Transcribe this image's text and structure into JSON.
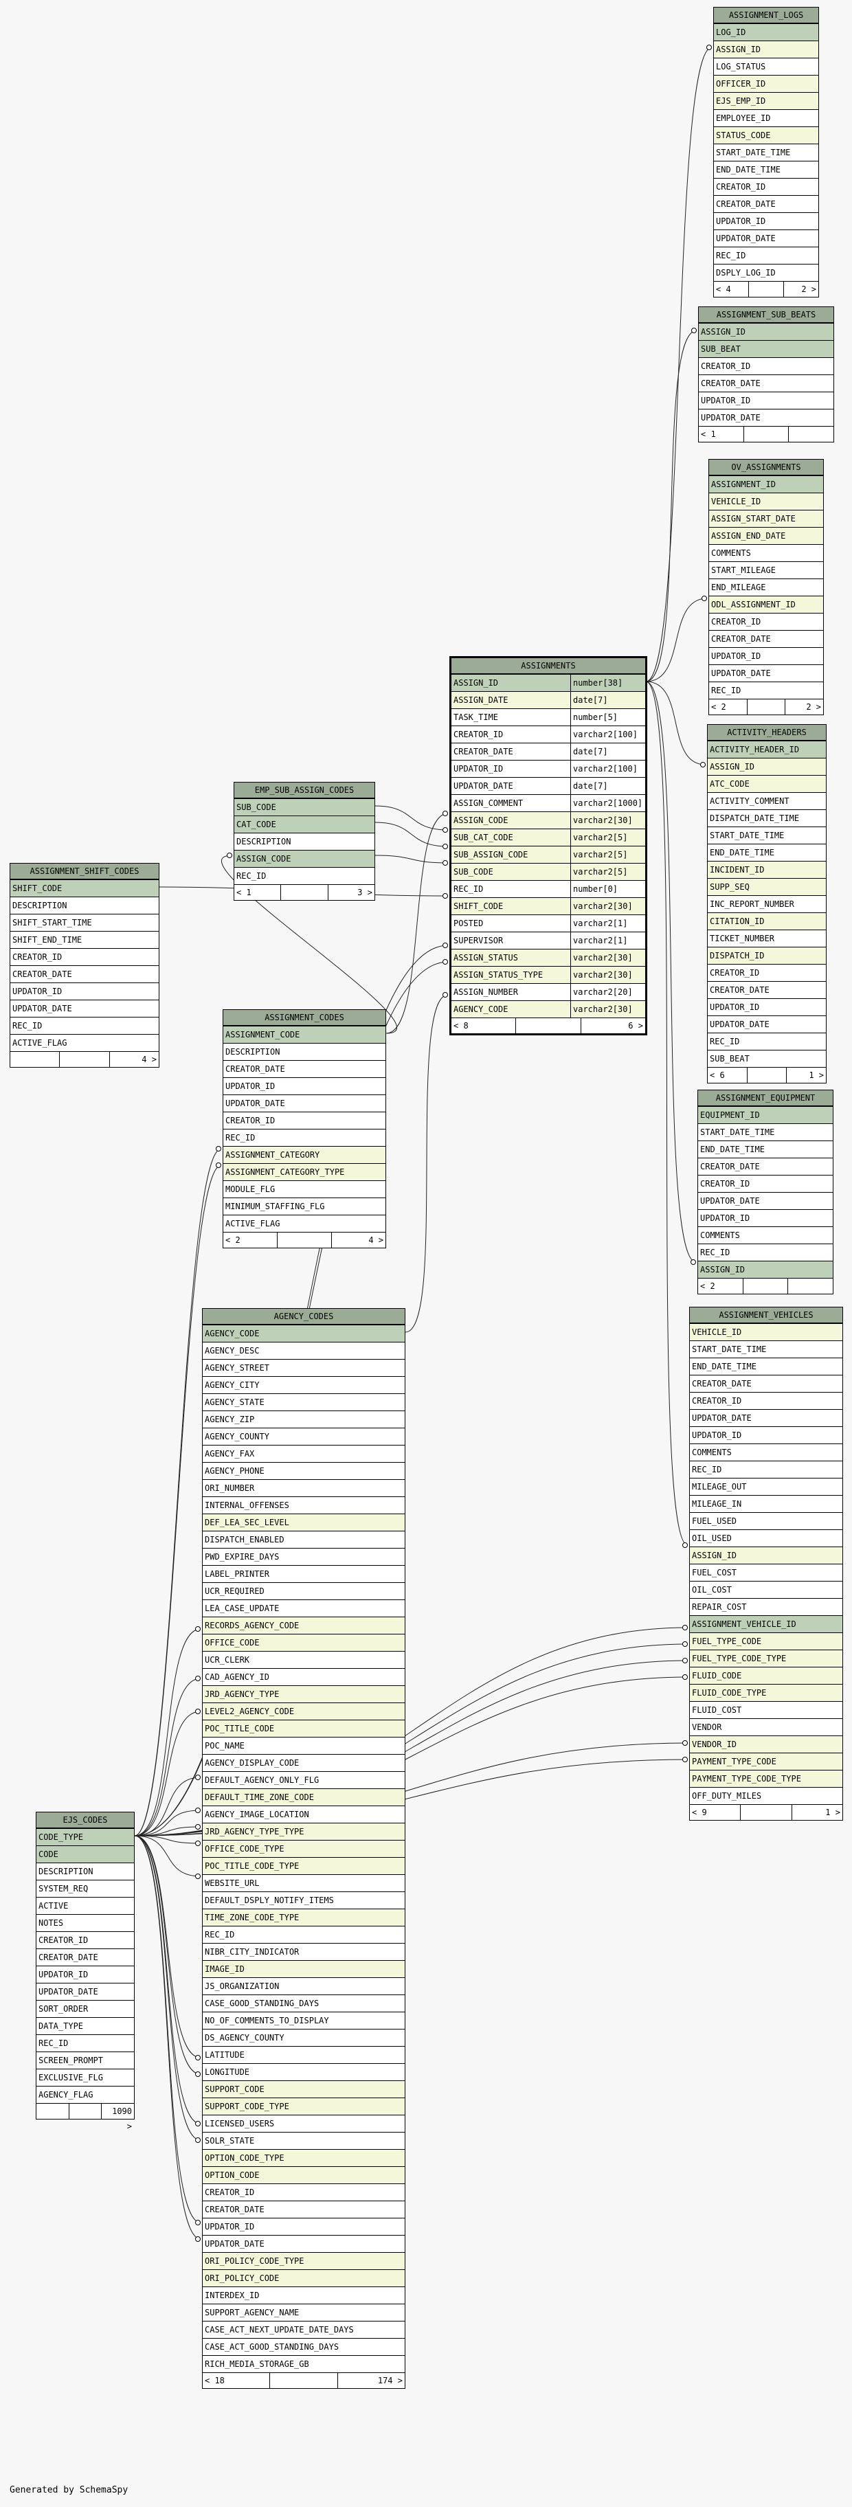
{
  "footer": "Generated by SchemaSpy",
  "tables": [
    {
      "id": "assignment_logs",
      "title": "ASSIGNMENT_LOGS",
      "rows": [
        {
          "n": "LOG_ID",
          "k": "pk"
        },
        {
          "n": "ASSIGN_ID",
          "k": "fk"
        },
        {
          "n": "LOG_STATUS"
        },
        {
          "n": "OFFICER_ID",
          "k": "fk"
        },
        {
          "n": "EJS_EMP_ID",
          "k": "fk"
        },
        {
          "n": "EMPLOYEE_ID"
        },
        {
          "n": "STATUS_CODE",
          "k": "fk"
        },
        {
          "n": "START_DATE_TIME"
        },
        {
          "n": "END_DATE_TIME"
        },
        {
          "n": "CREATOR_ID"
        },
        {
          "n": "CREATOR_DATE"
        },
        {
          "n": "UPDATOR_ID"
        },
        {
          "n": "UPDATOR_DATE"
        },
        {
          "n": "REC_ID"
        },
        {
          "n": "DSPLY_LOG_ID"
        }
      ],
      "footer": [
        "< 4",
        "",
        "2 >"
      ]
    },
    {
      "id": "assignment_sub_beats",
      "title": "ASSIGNMENT_SUB_BEATS",
      "rows": [
        {
          "n": "ASSIGN_ID",
          "k": "pk"
        },
        {
          "n": "SUB_BEAT",
          "k": "pk"
        },
        {
          "n": "CREATOR_ID"
        },
        {
          "n": "CREATOR_DATE"
        },
        {
          "n": "UPDATOR_ID"
        },
        {
          "n": "UPDATOR_DATE"
        }
      ],
      "footer": [
        "< 1",
        "",
        ""
      ]
    },
    {
      "id": "ov_assignments",
      "title": "OV_ASSIGNMENTS",
      "rows": [
        {
          "n": "ASSIGNMENT_ID",
          "k": "pk"
        },
        {
          "n": "VEHICLE_ID",
          "k": "fk"
        },
        {
          "n": "ASSIGN_START_DATE",
          "k": "fk"
        },
        {
          "n": "ASSIGN_END_DATE",
          "k": "fk"
        },
        {
          "n": "COMMENTS"
        },
        {
          "n": "START_MILEAGE"
        },
        {
          "n": "END_MILEAGE"
        },
        {
          "n": "ODL_ASSIGNMENT_ID",
          "k": "fk"
        },
        {
          "n": "CREATOR_ID"
        },
        {
          "n": "CREATOR_DATE"
        },
        {
          "n": "UPDATOR_ID"
        },
        {
          "n": "UPDATOR_DATE"
        },
        {
          "n": "REC_ID"
        }
      ],
      "footer": [
        "< 2",
        "",
        "2 >"
      ]
    },
    {
      "id": "assignments",
      "title": "ASSIGNMENTS",
      "main": true,
      "rows": [
        {
          "n": "ASSIGN_ID",
          "t": "number[38]",
          "k": "pk"
        },
        {
          "n": "ASSIGN_DATE",
          "t": "date[7]",
          "k": "fk"
        },
        {
          "n": "TASK_TIME",
          "t": "number[5]"
        },
        {
          "n": "CREATOR_ID",
          "t": "varchar2[100]"
        },
        {
          "n": "CREATOR_DATE",
          "t": "date[7]"
        },
        {
          "n": "UPDATOR_ID",
          "t": "varchar2[100]"
        },
        {
          "n": "UPDATOR_DATE",
          "t": "date[7]"
        },
        {
          "n": "ASSIGN_COMMENT",
          "t": "varchar2[1000]"
        },
        {
          "n": "ASSIGN_CODE",
          "t": "varchar2[30]",
          "k": "fk"
        },
        {
          "n": "SUB_CAT_CODE",
          "t": "varchar2[5]",
          "k": "fk"
        },
        {
          "n": "SUB_ASSIGN_CODE",
          "t": "varchar2[5]",
          "k": "fk"
        },
        {
          "n": "SUB_CODE",
          "t": "varchar2[5]",
          "k": "fk"
        },
        {
          "n": "REC_ID",
          "t": "number[0]"
        },
        {
          "n": "SHIFT_CODE",
          "t": "varchar2[30]",
          "k": "fk"
        },
        {
          "n": "POSTED",
          "t": "varchar2[1]"
        },
        {
          "n": "SUPERVISOR",
          "t": "varchar2[1]"
        },
        {
          "n": "ASSIGN_STATUS",
          "t": "varchar2[30]",
          "k": "fk"
        },
        {
          "n": "ASSIGN_STATUS_TYPE",
          "t": "varchar2[30]",
          "k": "fk"
        },
        {
          "n": "ASSIGN_NUMBER",
          "t": "varchar2[20]"
        },
        {
          "n": "AGENCY_CODE",
          "t": "varchar2[30]",
          "k": "fk"
        }
      ],
      "footer": [
        "< 8",
        "",
        "6 >"
      ]
    },
    {
      "id": "activity_headers",
      "title": "ACTIVITY_HEADERS",
      "rows": [
        {
          "n": "ACTIVITY_HEADER_ID",
          "k": "pk"
        },
        {
          "n": "ASSIGN_ID",
          "k": "fk"
        },
        {
          "n": "ATC_CODE",
          "k": "fk"
        },
        {
          "n": "ACTIVITY_COMMENT"
        },
        {
          "n": "DISPATCH_DATE_TIME"
        },
        {
          "n": "START_DATE_TIME"
        },
        {
          "n": "END_DATE_TIME"
        },
        {
          "n": "INCIDENT_ID",
          "k": "fk"
        },
        {
          "n": "SUPP_SEQ",
          "k": "fk"
        },
        {
          "n": "INC_REPORT_NUMBER"
        },
        {
          "n": "CITATION_ID",
          "k": "fk"
        },
        {
          "n": "TICKET_NUMBER"
        },
        {
          "n": "DISPATCH_ID",
          "k": "fk"
        },
        {
          "n": "CREATOR_ID"
        },
        {
          "n": "CREATOR_DATE"
        },
        {
          "n": "UPDATOR_ID"
        },
        {
          "n": "UPDATOR_DATE"
        },
        {
          "n": "REC_ID"
        },
        {
          "n": "SUB_BEAT"
        }
      ],
      "footer": [
        "< 6",
        "",
        "1 >"
      ]
    },
    {
      "id": "emp_sub_assign_codes",
      "title": "EMP_SUB_ASSIGN_CODES",
      "rows": [
        {
          "n": "SUB_CODE",
          "k": "pk"
        },
        {
          "n": "CAT_CODE",
          "k": "pk"
        },
        {
          "n": "DESCRIPTION"
        },
        {
          "n": "ASSIGN_CODE",
          "k": "pk"
        },
        {
          "n": "REC_ID"
        }
      ],
      "footer": [
        "< 1",
        "",
        "3 >"
      ]
    },
    {
      "id": "assignment_shift_codes",
      "title": "ASSIGNMENT_SHIFT_CODES",
      "rows": [
        {
          "n": "SHIFT_CODE",
          "k": "pk"
        },
        {
          "n": "DESCRIPTION"
        },
        {
          "n": "SHIFT_START_TIME"
        },
        {
          "n": "SHIFT_END_TIME"
        },
        {
          "n": "CREATOR_ID"
        },
        {
          "n": "CREATOR_DATE"
        },
        {
          "n": "UPDATOR_ID"
        },
        {
          "n": "UPDATOR_DATE"
        },
        {
          "n": "REC_ID"
        },
        {
          "n": "ACTIVE_FLAG"
        }
      ],
      "footer": [
        "",
        "",
        "4 >"
      ]
    },
    {
      "id": "assignment_codes",
      "title": "ASSIGNMENT_CODES",
      "rows": [
        {
          "n": "ASSIGNMENT_CODE",
          "k": "pk"
        },
        {
          "n": "DESCRIPTION"
        },
        {
          "n": "CREATOR_DATE"
        },
        {
          "n": "UPDATOR_ID"
        },
        {
          "n": "UPDATOR_DATE"
        },
        {
          "n": "CREATOR_ID"
        },
        {
          "n": "REC_ID"
        },
        {
          "n": "ASSIGNMENT_CATEGORY",
          "k": "fk"
        },
        {
          "n": "ASSIGNMENT_CATEGORY_TYPE",
          "k": "fk"
        },
        {
          "n": "MODULE_FLG"
        },
        {
          "n": "MINIMUM_STAFFING_FLG"
        },
        {
          "n": "ACTIVE_FLAG"
        }
      ],
      "footer": [
        "< 2",
        "",
        "4 >"
      ]
    },
    {
      "id": "assignment_equipment",
      "title": "ASSIGNMENT_EQUIPMENT",
      "rows": [
        {
          "n": "EQUIPMENT_ID",
          "k": "pk"
        },
        {
          "n": "START_DATE_TIME"
        },
        {
          "n": "END_DATE_TIME"
        },
        {
          "n": "CREATOR_DATE"
        },
        {
          "n": "CREATOR_ID"
        },
        {
          "n": "UPDATOR_DATE"
        },
        {
          "n": "UPDATOR_ID"
        },
        {
          "n": "COMMENTS"
        },
        {
          "n": "REC_ID"
        },
        {
          "n": "ASSIGN_ID",
          "k": "pk"
        }
      ],
      "footer": [
        "< 2",
        "",
        ""
      ]
    },
    {
      "id": "assignment_vehicles",
      "title": "ASSIGNMENT_VEHICLES",
      "rows": [
        {
          "n": "VEHICLE_ID",
          "k": "fk"
        },
        {
          "n": "START_DATE_TIME"
        },
        {
          "n": "END_DATE_TIME"
        },
        {
          "n": "CREATOR_DATE"
        },
        {
          "n": "CREATOR_ID"
        },
        {
          "n": "UPDATOR_DATE"
        },
        {
          "n": "UPDATOR_ID"
        },
        {
          "n": "COMMENTS"
        },
        {
          "n": "REC_ID"
        },
        {
          "n": "MILEAGE_OUT"
        },
        {
          "n": "MILEAGE_IN"
        },
        {
          "n": "FUEL_USED"
        },
        {
          "n": "OIL_USED"
        },
        {
          "n": "ASSIGN_ID",
          "k": "fk"
        },
        {
          "n": "FUEL_COST"
        },
        {
          "n": "OIL_COST"
        },
        {
          "n": "REPAIR_COST"
        },
        {
          "n": "ASSIGNMENT_VEHICLE_ID",
          "k": "pk"
        },
        {
          "n": "FUEL_TYPE_CODE",
          "k": "fk"
        },
        {
          "n": "FUEL_TYPE_CODE_TYPE",
          "k": "fk"
        },
        {
          "n": "FLUID_CODE",
          "k": "fk"
        },
        {
          "n": "FLUID_CODE_TYPE",
          "k": "fk"
        },
        {
          "n": "FLUID_COST"
        },
        {
          "n": "VENDOR"
        },
        {
          "n": "VENDOR_ID",
          "k": "fk"
        },
        {
          "n": "PAYMENT_TYPE_CODE",
          "k": "fk"
        },
        {
          "n": "PAYMENT_TYPE_CODE_TYPE",
          "k": "fk"
        },
        {
          "n": "OFF_DUTY_MILES"
        }
      ],
      "footer": [
        "< 9",
        "",
        "1 >"
      ]
    },
    {
      "id": "agency_codes",
      "title": "AGENCY_CODES",
      "rows": [
        {
          "n": "AGENCY_CODE",
          "k": "pk"
        },
        {
          "n": "AGENCY_DESC"
        },
        {
          "n": "AGENCY_STREET"
        },
        {
          "n": "AGENCY_CITY"
        },
        {
          "n": "AGENCY_STATE"
        },
        {
          "n": "AGENCY_ZIP"
        },
        {
          "n": "AGENCY_COUNTY"
        },
        {
          "n": "AGENCY_FAX"
        },
        {
          "n": "AGENCY_PHONE"
        },
        {
          "n": "ORI_NUMBER"
        },
        {
          "n": "INTERNAL_OFFENSES"
        },
        {
          "n": "DEF_LEA_SEC_LEVEL",
          "k": "fk"
        },
        {
          "n": "DISPATCH_ENABLED"
        },
        {
          "n": "PWD_EXPIRE_DAYS"
        },
        {
          "n": "LABEL_PRINTER"
        },
        {
          "n": "UCR_REQUIRED"
        },
        {
          "n": "LEA_CASE_UPDATE"
        },
        {
          "n": "RECORDS_AGENCY_CODE",
          "k": "fk"
        },
        {
          "n": "OFFICE_CODE",
          "k": "fk"
        },
        {
          "n": "UCR_CLERK"
        },
        {
          "n": "CAD_AGENCY_ID"
        },
        {
          "n": "JRD_AGENCY_TYPE",
          "k": "fk"
        },
        {
          "n": "LEVEL2_AGENCY_CODE",
          "k": "fk"
        },
        {
          "n": "POC_TITLE_CODE",
          "k": "fk"
        },
        {
          "n": "POC_NAME"
        },
        {
          "n": "AGENCY_DISPLAY_CODE"
        },
        {
          "n": "DEFAULT_AGENCY_ONLY_FLG"
        },
        {
          "n": "DEFAULT_TIME_ZONE_CODE",
          "k": "fk"
        },
        {
          "n": "AGENCY_IMAGE_LOCATION"
        },
        {
          "n": "JRD_AGENCY_TYPE_TYPE",
          "k": "fk"
        },
        {
          "n": "OFFICE_CODE_TYPE",
          "k": "fk"
        },
        {
          "n": "POC_TITLE_CODE_TYPE",
          "k": "fk"
        },
        {
          "n": "WEBSITE_URL"
        },
        {
          "n": "DEFAULT_DSPLY_NOTIFY_ITEMS"
        },
        {
          "n": "TIME_ZONE_CODE_TYPE",
          "k": "fk"
        },
        {
          "n": "REC_ID"
        },
        {
          "n": "NIBR_CITY_INDICATOR"
        },
        {
          "n": "IMAGE_ID",
          "k": "fk"
        },
        {
          "n": "JS_ORGANIZATION"
        },
        {
          "n": "CASE_GOOD_STANDING_DAYS"
        },
        {
          "n": "NO_OF_COMMENTS_TO_DISPLAY"
        },
        {
          "n": "DS_AGENCY_COUNTY"
        },
        {
          "n": "LATITUDE"
        },
        {
          "n": "LONGITUDE"
        },
        {
          "n": "SUPPORT_CODE",
          "k": "fk"
        },
        {
          "n": "SUPPORT_CODE_TYPE",
          "k": "fk"
        },
        {
          "n": "LICENSED_USERS"
        },
        {
          "n": "SOLR_STATE"
        },
        {
          "n": "OPTION_CODE_TYPE",
          "k": "fk"
        },
        {
          "n": "OPTION_CODE",
          "k": "fk"
        },
        {
          "n": "CREATOR_ID"
        },
        {
          "n": "CREATOR_DATE"
        },
        {
          "n": "UPDATOR_ID"
        },
        {
          "n": "UPDATOR_DATE"
        },
        {
          "n": "ORI_POLICY_CODE_TYPE",
          "k": "fk"
        },
        {
          "n": "ORI_POLICY_CODE",
          "k": "fk"
        },
        {
          "n": "INTERDEX_ID"
        },
        {
          "n": "SUPPORT_AGENCY_NAME"
        },
        {
          "n": "CASE_ACT_NEXT_UPDATE_DATE_DAYS"
        },
        {
          "n": "CASE_ACT_GOOD_STANDING_DAYS"
        },
        {
          "n": "RICH_MEDIA_STORAGE_GB"
        }
      ],
      "footer": [
        "< 18",
        "",
        "174 >"
      ]
    },
    {
      "id": "ejs_codes",
      "title": "EJS_CODES",
      "rows": [
        {
          "n": "CODE_TYPE",
          "k": "pk"
        },
        {
          "n": "CODE",
          "k": "pk"
        },
        {
          "n": "DESCRIPTION"
        },
        {
          "n": "SYSTEM_REQ"
        },
        {
          "n": "ACTIVE"
        },
        {
          "n": "NOTES"
        },
        {
          "n": "CREATOR_ID"
        },
        {
          "n": "CREATOR_DATE"
        },
        {
          "n": "UPDATOR_ID"
        },
        {
          "n": "UPDATOR_DATE"
        },
        {
          "n": "SORT_ORDER"
        },
        {
          "n": "DATA_TYPE"
        },
        {
          "n": "REC_ID"
        },
        {
          "n": "SCREEN_PROMPT"
        },
        {
          "n": "EXCLUSIVE_FLG"
        },
        {
          "n": "AGENCY_FLAG"
        }
      ],
      "footer": [
        "",
        "",
        "1090 >"
      ]
    }
  ]
}
